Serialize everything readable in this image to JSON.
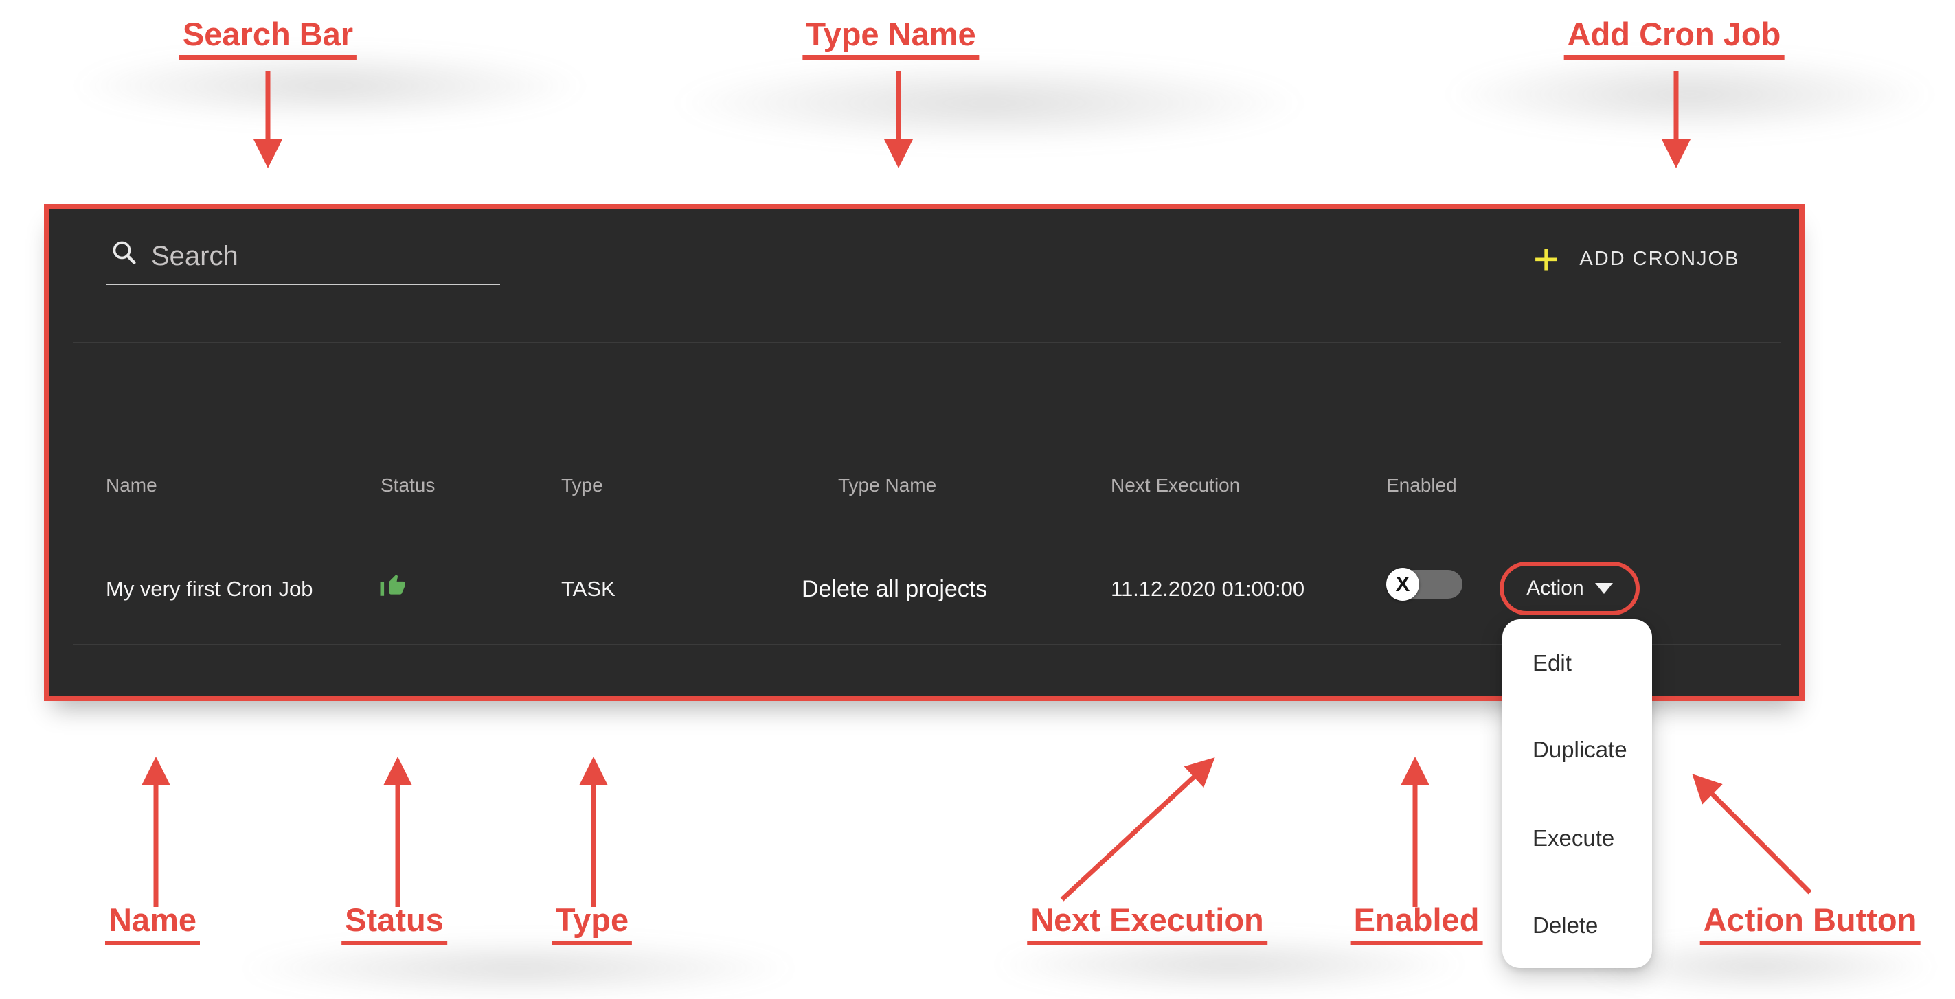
{
  "annotations": {
    "search_bar": "Search Bar",
    "type_name": "Type Name",
    "add_cron_job": "Add Cron Job",
    "name": "Name",
    "status": "Status",
    "type": "Type",
    "next_execution": "Next Execution",
    "enabled": "Enabled",
    "action_button": "Action Button"
  },
  "toolbar": {
    "search_placeholder": "Search",
    "plus_icon": "+",
    "add_button_label": "ADD CRONJOB"
  },
  "table": {
    "headers": [
      "Name",
      "Status",
      "Type",
      "Type Name",
      "Next Execution",
      "Enabled"
    ],
    "row": {
      "name": "My very first Cron Job",
      "status_icon": "thumb-up",
      "type": "TASK",
      "type_name": "Delete all projects",
      "next_execution": "11.12.2020 01:00:00",
      "enabled_toggle_glyph": "X",
      "action_label": "Action"
    }
  },
  "action_menu": {
    "items": [
      "Edit",
      "Duplicate",
      "Execute",
      "Delete"
    ]
  },
  "colors": {
    "annotation_red": "#e64a41",
    "card_background": "#2a2a2a",
    "plus_yellow": "#f1e73e",
    "status_green": "#63b05c"
  }
}
